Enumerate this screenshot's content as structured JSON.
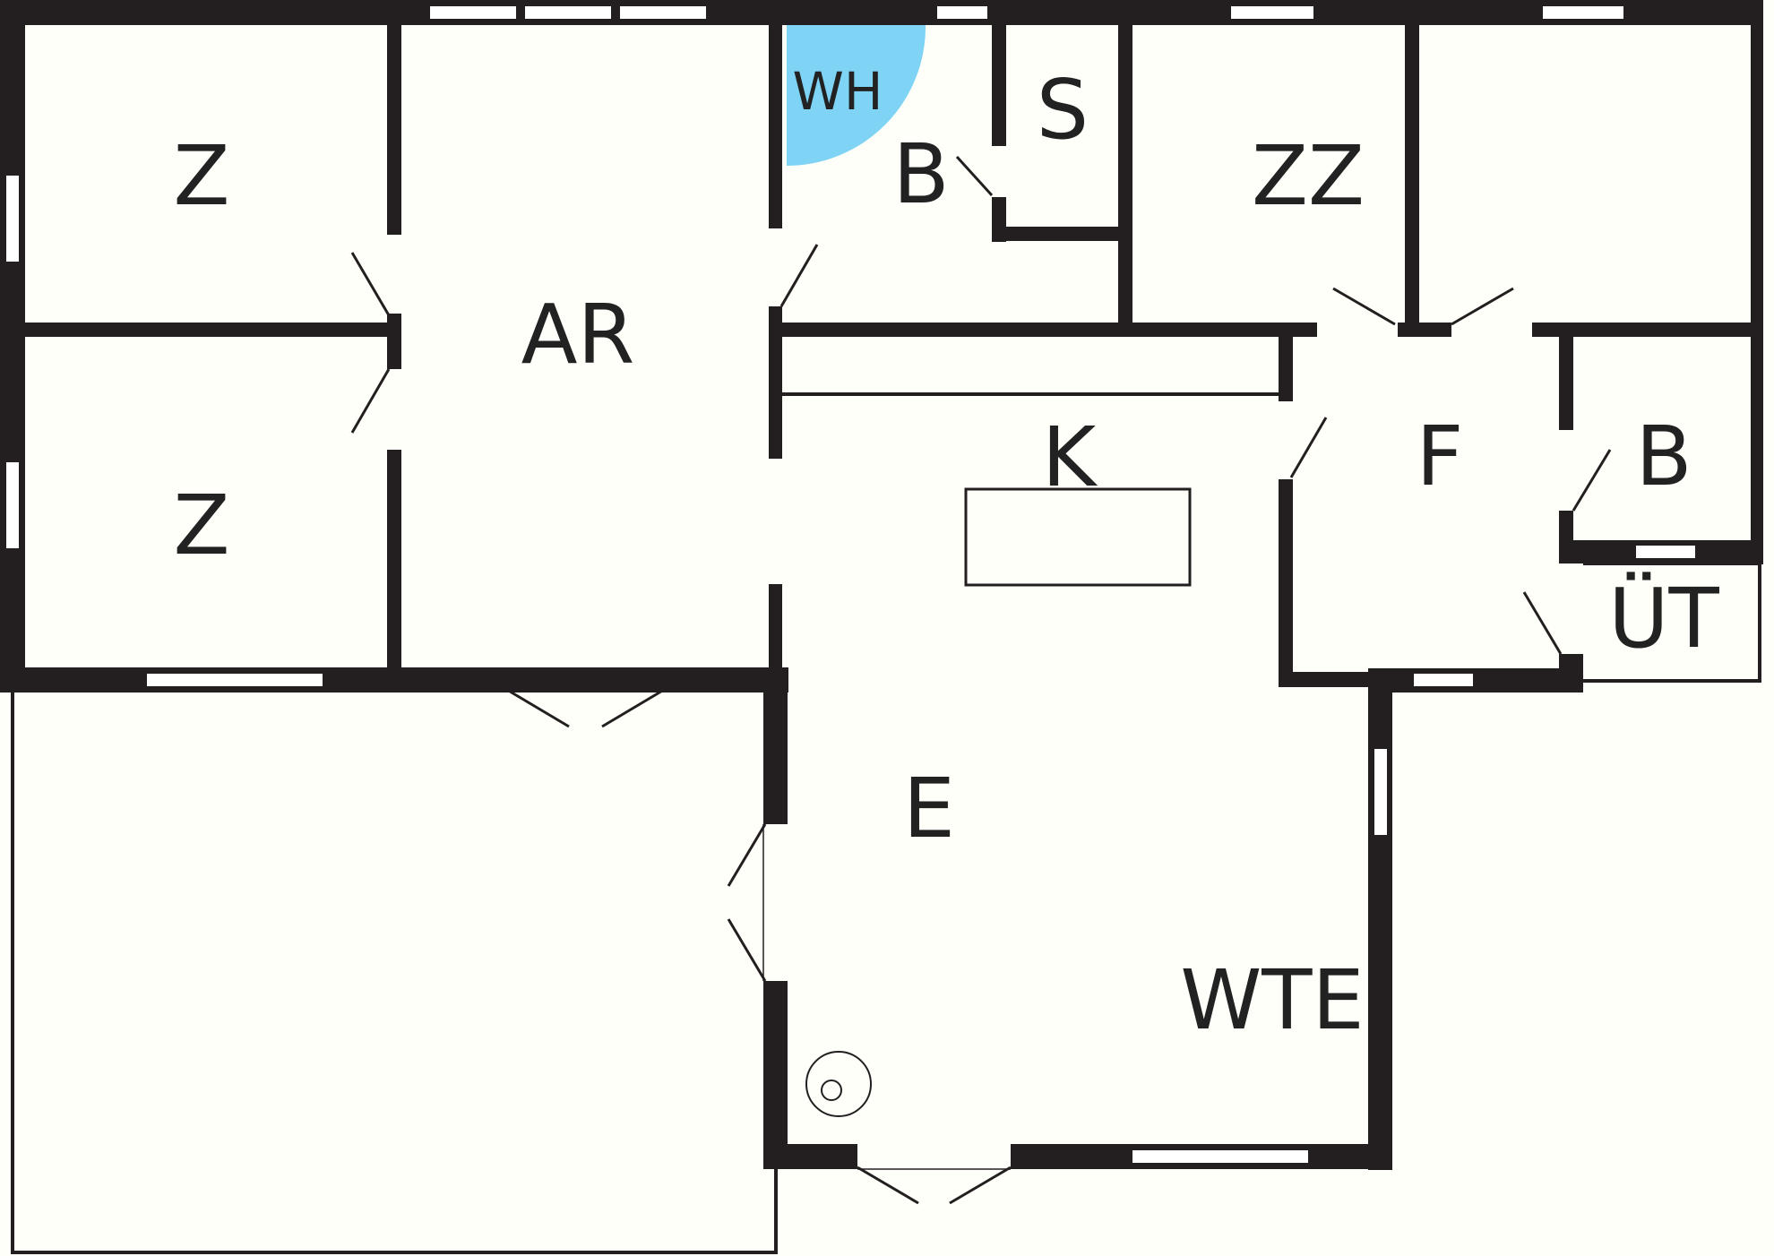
{
  "colors": {
    "wall": "#231f20",
    "floor": "#fffff9",
    "window": "#ffffff",
    "fixture_line": "#231f20",
    "water_heater": "#7fd4f5"
  },
  "rooms": {
    "z_top": "Z",
    "z_bottom": "Z",
    "ar": "AR",
    "wh": "WH",
    "b_top": "B",
    "s": "S",
    "zz": "ZZ",
    "k": "K",
    "f": "F",
    "b_right": "B",
    "ut": "ÜT",
    "e": "E",
    "wte": "WTE"
  },
  "icons": {
    "water_heater": "water-heater-icon",
    "stove": "stove-icon",
    "counter": "kitchen-counter-icon"
  }
}
